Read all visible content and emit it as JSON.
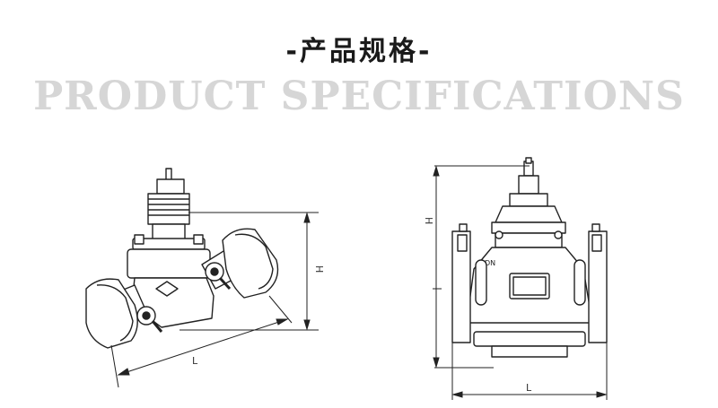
{
  "header": {
    "title_cn": "-产品规格-",
    "title_en": "PRODUCT SPECIFICATIONS"
  },
  "left_drawing": {
    "dim_height": "H",
    "dim_length": "L"
  },
  "right_drawing": {
    "dim_height": "H",
    "dim_length": "L",
    "body_mark": "DN"
  },
  "colors": {
    "line": "#222222",
    "subtitle": "#d6d6d6",
    "title": "#1a1a1a"
  }
}
